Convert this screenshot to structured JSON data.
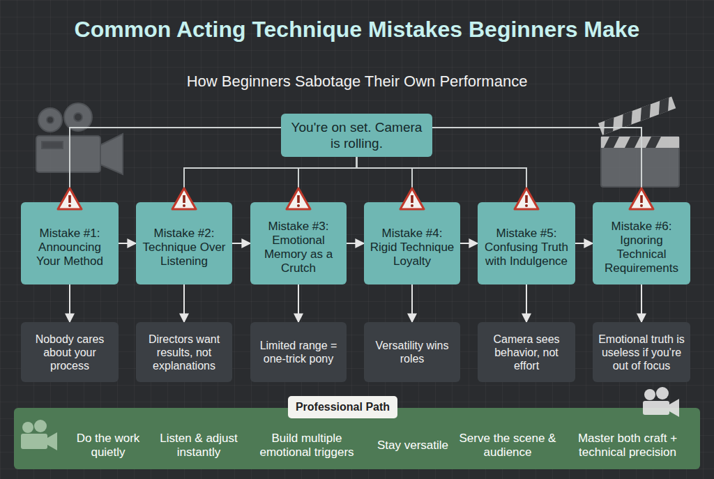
{
  "diagram": {
    "title": "Common Acting Technique Mistakes Beginners Make",
    "nodes": [
      {
        "text": [
          "You're on set. Camera is rolling."
        ]
      },
      {
        "text": [
          "Mistake #1:",
          "Announcing Your Method"
        ]
      },
      {
        "text": [
          "Mistake #2:",
          "Technique Over Listening"
        ]
      },
      {
        "text": [
          "Mistake #3:",
          "Emotional Memory as a Crutch"
        ]
      },
      {
        "text": [
          "Mistake #4:",
          "Rigid Technique Loyalty"
        ]
      },
      {
        "text": [
          "Mistake #5:",
          "Confusing Truth with Indulgence"
        ]
      },
      {
        "text": [
          "Mistake #6:",
          "Ignoring Technical Requirements"
        ]
      },
      {
        "text": [
          "Nobody cares about your process"
        ]
      },
      {
        "text": [
          "Directors want results, not explanations"
        ]
      },
      {
        "text": [
          "Limited range = one-trick pony"
        ]
      },
      {
        "text": [
          "Versatility wins roles"
        ]
      },
      {
        "text": [
          "Camera sees behavior, not effort"
        ]
      },
      {
        "text": [
          "Emotional truth is useless if you're out of focus"
        ]
      },
      {
        "text": [
          "Do the work quietly",
          "Listen & adjust instantly",
          "Build multiple emotional triggers",
          "Stay versatile",
          "Serve the scene & audience",
          "Master both craft + technical precision"
        ]
      },
      {
        "text": [
          "Professional Path"
        ],
        "in": 13
      }
    ],
    "edges": [
      {
        "from": 0,
        "to": 1,
        "arrow": "none"
      },
      {
        "from": 0,
        "to": 2,
        "arrow": "none"
      },
      {
        "from": 0,
        "to": 3,
        "arrow": "none"
      },
      {
        "from": 0,
        "to": 4,
        "arrow": "none"
      },
      {
        "from": 0,
        "to": 5,
        "arrow": "none"
      },
      {
        "from": 0,
        "to": 6,
        "arrow": "none"
      },
      {
        "from": 1,
        "to": 2,
        "arrow": "to"
      },
      {
        "from": 2,
        "to": 3,
        "arrow": "to"
      },
      {
        "from": 3,
        "to": 4,
        "arrow": "to"
      },
      {
        "from": 4,
        "to": 5,
        "arrow": "to"
      },
      {
        "from": 5,
        "to": 6,
        "arrow": "to"
      },
      {
        "from": 1,
        "to": 7,
        "arrow": "to"
      },
      {
        "from": 2,
        "to": 8,
        "arrow": "to"
      },
      {
        "from": 3,
        "to": 9,
        "arrow": "to"
      },
      {
        "from": 4,
        "to": 10,
        "arrow": "to"
      },
      {
        "from": 5,
        "to": 11,
        "arrow": "to"
      },
      {
        "from": 6,
        "to": 12,
        "arrow": "to"
      }
    ],
    "labels": [
      "How Beginners Sabotage Their Own Performance"
    ]
  }
}
